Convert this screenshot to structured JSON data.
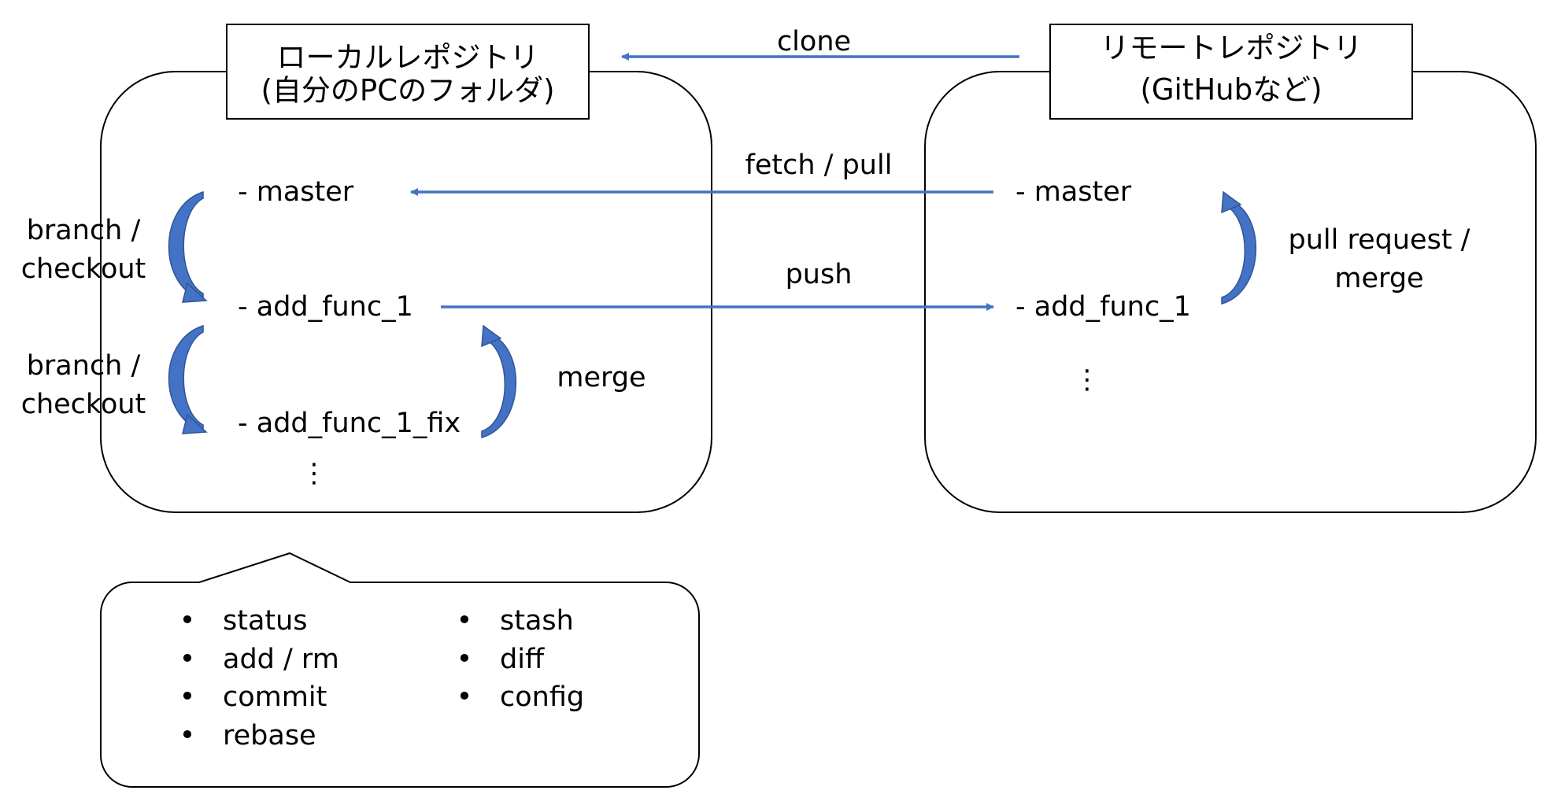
{
  "colors": {
    "arrow": "#4472C4",
    "arrow_dark": "#2F5597",
    "outline": "#000000",
    "background": "#FFFFFF"
  },
  "local": {
    "title_line1": "ローカルレポジトリ",
    "title_line2": "(自分のPCのフォルダ)",
    "branches": [
      "- master",
      "- add_func_1",
      "- add_func_1_fix"
    ],
    "more": "⋮",
    "branch_checkout_1": [
      "branch /",
      "checkout"
    ],
    "branch_checkout_2": [
      "branch /",
      "checkout"
    ],
    "merge": "merge"
  },
  "remote": {
    "title_line1": "リモートレポジトリ",
    "title_line2": "(GitHubなど)",
    "branches": [
      "- master",
      "- add_func_1"
    ],
    "more": "⋮",
    "pull_request": [
      "pull request /",
      "merge"
    ]
  },
  "arrows": {
    "clone": "clone",
    "fetch_pull": "fetch / pull",
    "push": "push"
  },
  "commands": {
    "col1": [
      "status",
      "add / rm",
      "commit",
      "rebase"
    ],
    "col2": [
      "stash",
      "diff",
      "config"
    ],
    "bullet": "•"
  }
}
